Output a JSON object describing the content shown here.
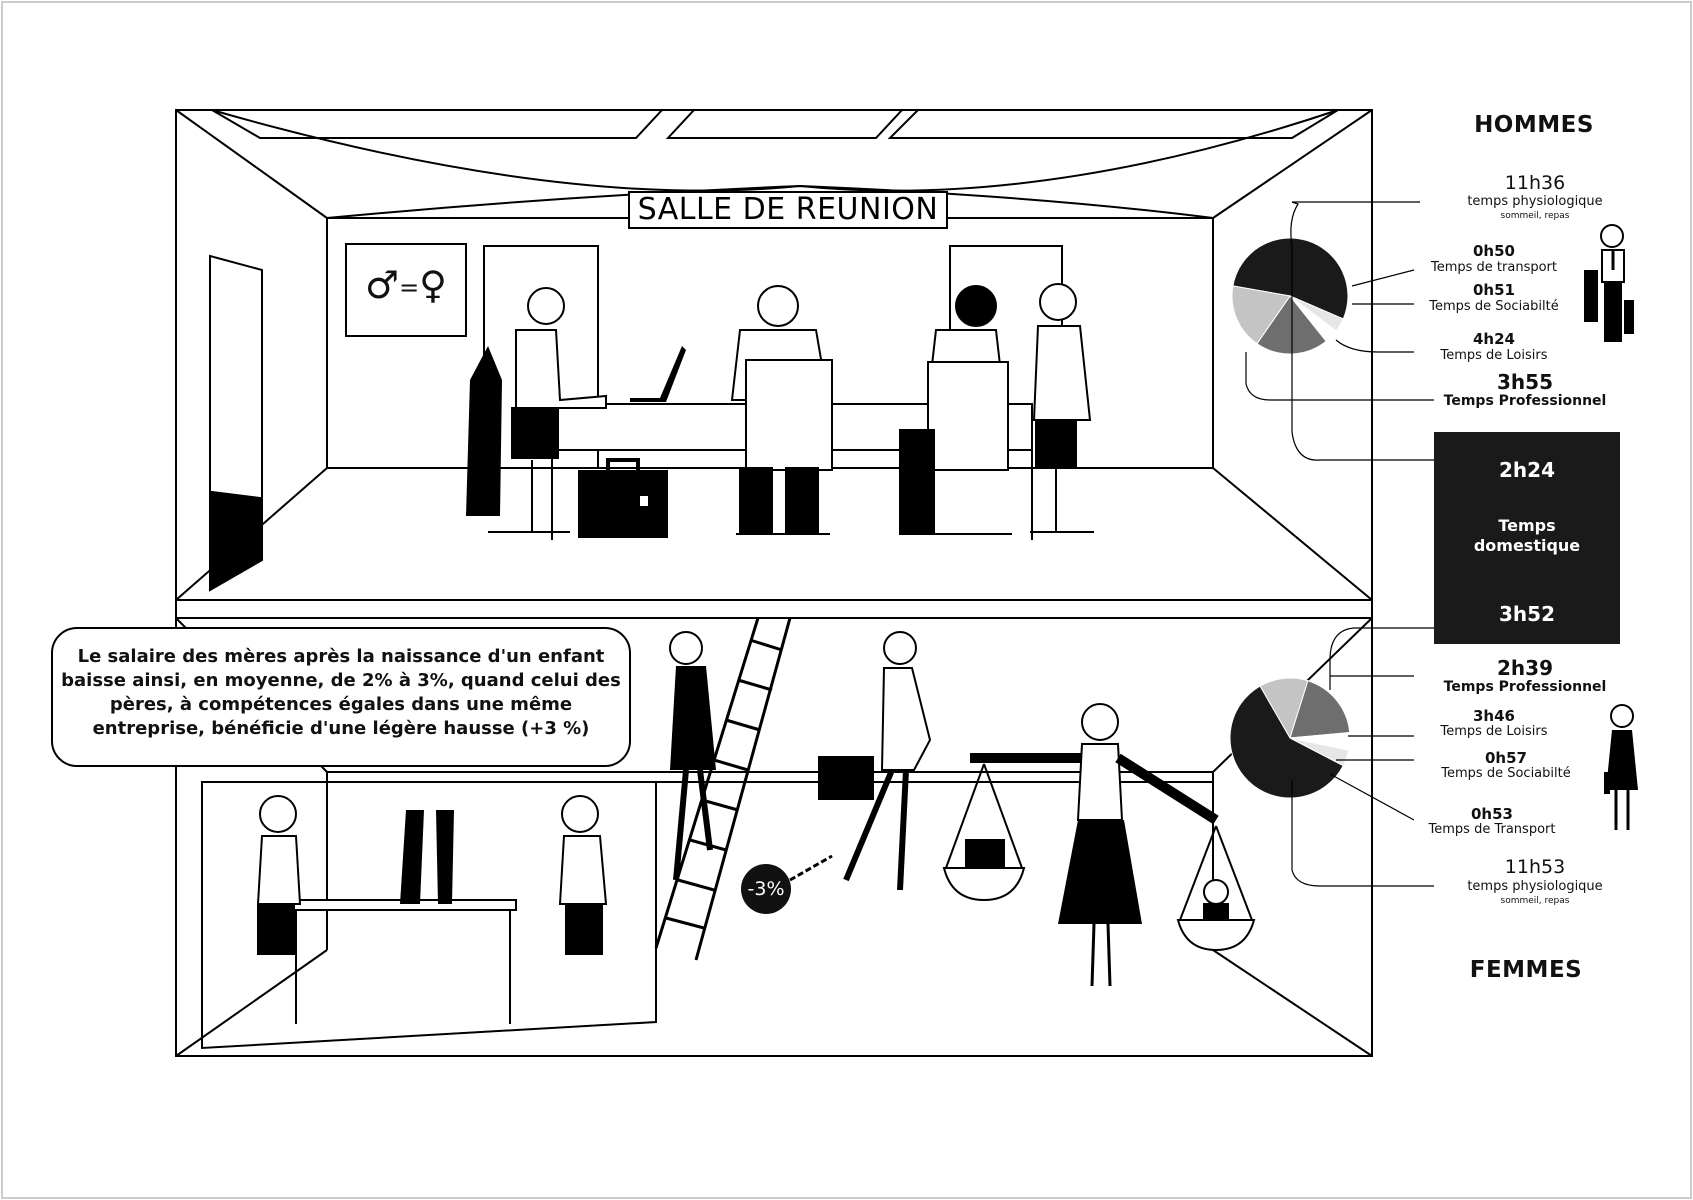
{
  "room": {
    "sign": "SALLE DE REUNION"
  },
  "equality_symbol": {
    "male": "♂",
    "equals": "=",
    "female": "♀"
  },
  "hommes": {
    "title": "HOMMES",
    "physio": {
      "value": "11h36",
      "label": "temps physiologique",
      "sub": "sommeil, repas"
    },
    "transport": {
      "value": "0h50",
      "label": "Temps de transport"
    },
    "sociabilite": {
      "value": "0h51",
      "label": "Temps de Sociabilté"
    },
    "loisirs": {
      "value": "4h24",
      "label": "Temps de Loisirs"
    },
    "professionnel": {
      "value": "3h55",
      "label": "Temps Professionnel"
    }
  },
  "domestique": {
    "value_hommes": "2h24",
    "label": "Temps domestique",
    "value_femmes": "3h52"
  },
  "femmes": {
    "title": "FEMMES",
    "professionnel": {
      "value": "2h39",
      "label": "Temps Professionnel"
    },
    "loisirs": {
      "value": "3h46",
      "label": "Temps de Loisirs"
    },
    "sociabilite": {
      "value": "0h57",
      "label": "Temps de Sociabilté"
    },
    "transport": {
      "value": "0h53",
      "label": "Temps de Transport"
    },
    "physio": {
      "value": "11h53",
      "label": "temps physiologique",
      "sub": "sommeil, repas"
    }
  },
  "bubble": {
    "text": "Le salaire des mères après la naissance d'un enfant baisse ainsi, en moyenne, de 2% à 3%, quand celui des pères, à compétences égales dans une même entreprise, bénéficie d'une légère hausse (+3 %)"
  },
  "penalty": {
    "label": "-3%"
  },
  "chart_data": [
    {
      "type": "pie",
      "name": "HOMMES",
      "categories": [
        "temps physiologique",
        "Temps de transport",
        "Temps de Sociabilté",
        "Temps de Loisirs",
        "Temps Professionnel"
      ],
      "values": [
        11.6,
        0.833,
        0.85,
        4.4,
        3.917
      ],
      "colors": [
        "#1a1a1a",
        "#e6e6e6",
        "#ffffff",
        "#6e6e6e",
        "#c4c4c4"
      ]
    },
    {
      "type": "pie",
      "name": "FEMMES",
      "categories": [
        "Temps Professionnel",
        "Temps de Loisirs",
        "Temps de Sociabilté",
        "Temps de Transport",
        "temps physiologique"
      ],
      "values": [
        2.65,
        3.767,
        0.95,
        0.883,
        11.883
      ],
      "colors": [
        "#c4c4c4",
        "#6e6e6e",
        "#ffffff",
        "#e6e6e6",
        "#1a1a1a"
      ]
    }
  ]
}
